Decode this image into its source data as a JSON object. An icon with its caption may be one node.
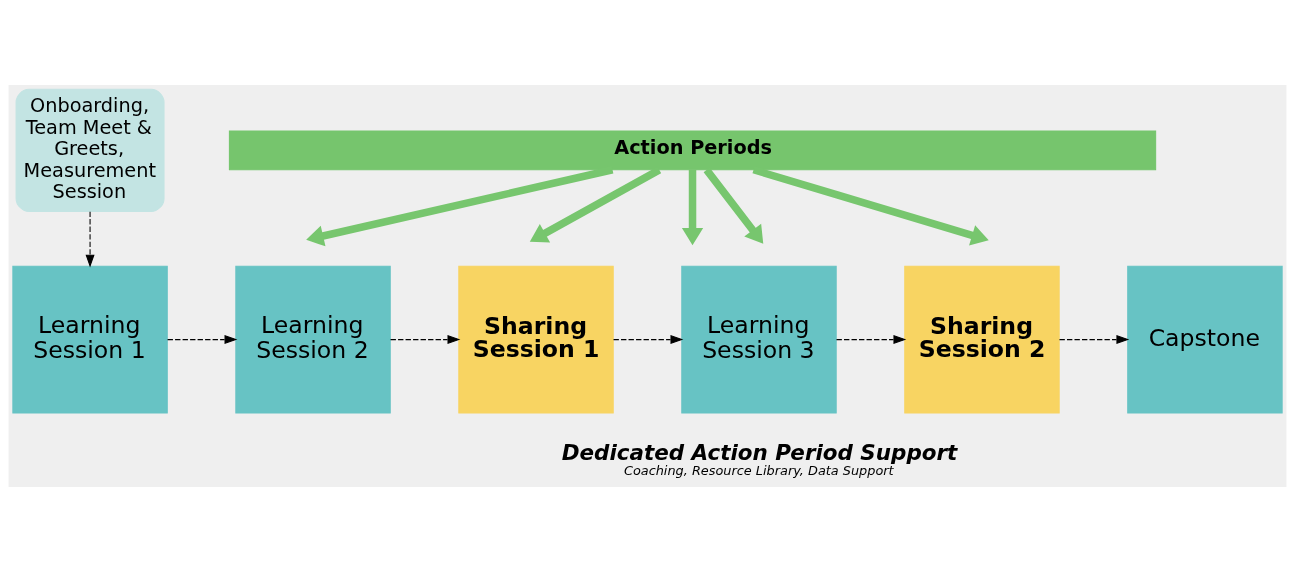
{
  "diagram": {
    "nodes": [
      {
        "text": [
          "Onboarding, Team Meet & Greets, Measurement Session"
        ]
      },
      {
        "text": [
          "Action Periods"
        ]
      },
      {
        "text": [
          "Learning Session 1"
        ]
      },
      {
        "text": [
          "Learning Session 2"
        ]
      },
      {
        "text": [
          "Sharing Session 1"
        ]
      },
      {
        "text": [
          "Learning Session 3"
        ]
      },
      {
        "text": [
          "Sharing Session 2"
        ]
      },
      {
        "text": [
          "Capstone"
        ]
      }
    ],
    "edges": [
      {
        "from": 0,
        "to": 2,
        "arrow": "to",
        "style": "dashed"
      },
      {
        "from": 2,
        "to": 3,
        "arrow": "to",
        "style": "dashed"
      },
      {
        "from": 3,
        "to": 4,
        "arrow": "to",
        "style": "dashed"
      },
      {
        "from": 4,
        "to": 5,
        "arrow": "to",
        "style": "dashed"
      },
      {
        "from": 5,
        "to": 6,
        "arrow": "to",
        "style": "dashed"
      },
      {
        "from": 6,
        "to": 7,
        "arrow": "to",
        "style": "dashed"
      },
      {
        "from": 1,
        "to": null,
        "arrow": "to",
        "style": "thick",
        "color": "#77c66e"
      },
      {
        "from": 1,
        "to": null,
        "arrow": "to",
        "style": "thick",
        "color": "#77c66e"
      },
      {
        "from": 1,
        "to": null,
        "arrow": "to",
        "style": "thick",
        "color": "#77c66e"
      },
      {
        "from": 1,
        "to": null,
        "arrow": "to",
        "style": "thick",
        "color": "#77c66e"
      },
      {
        "from": 1,
        "to": null,
        "arrow": "to",
        "style": "thick",
        "color": "#77c66e"
      }
    ],
    "labels": [
      "Dedicated Action Period Support",
      "Coaching, Resource Library, Data Support"
    ]
  }
}
